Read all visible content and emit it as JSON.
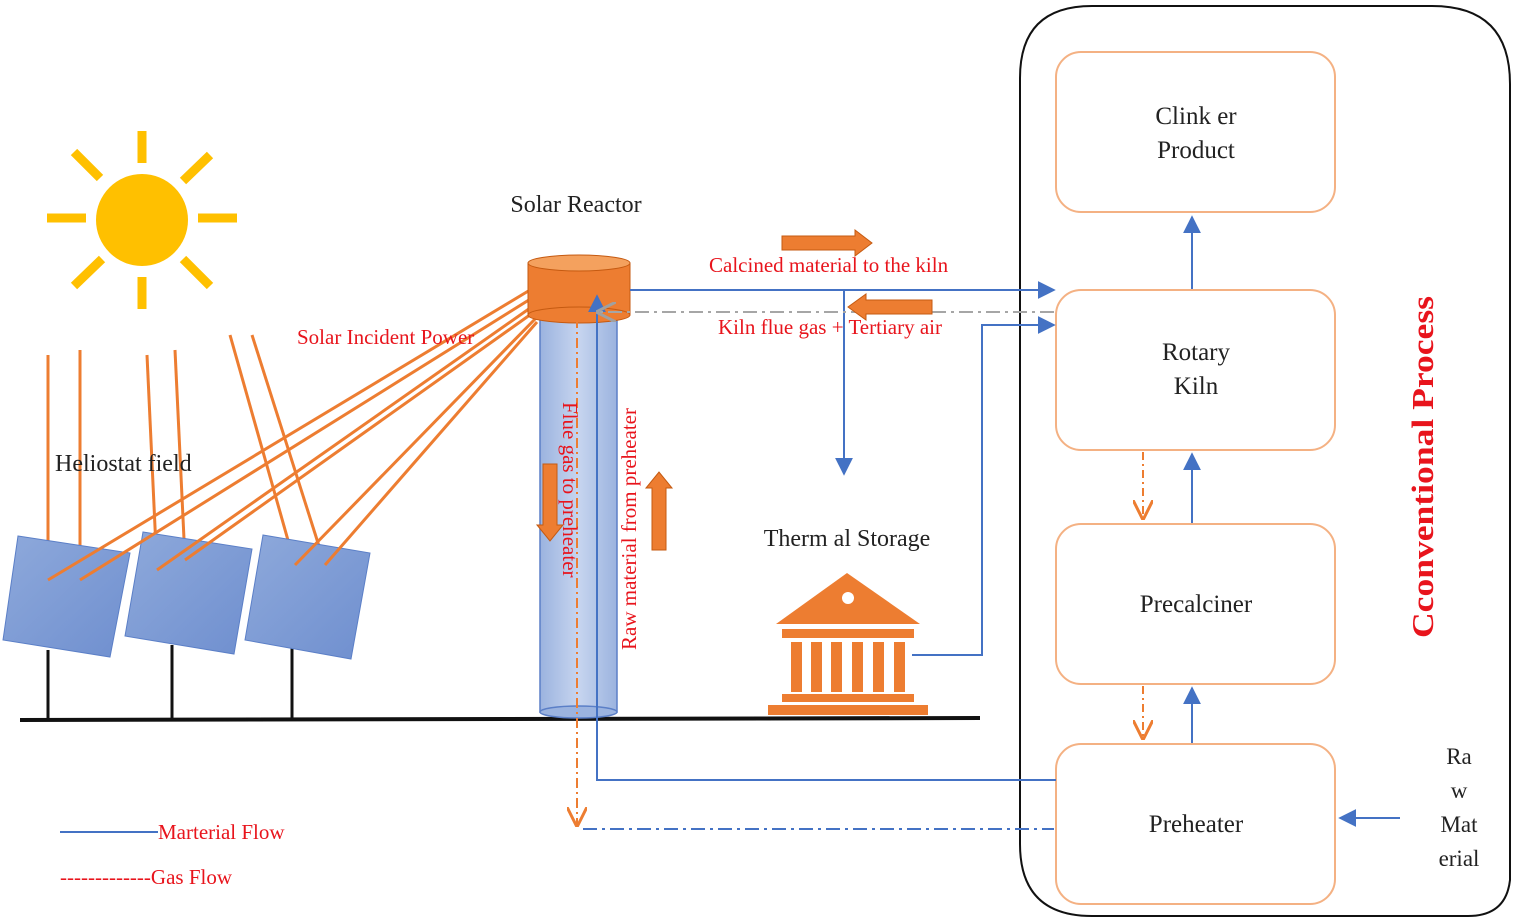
{
  "labels": {
    "solar_reactor": "Solar Reactor",
    "solar_incident_power": "Solar Incident Power",
    "heliostat_field": "Heliostat field",
    "calcined_material": "Calcined material to the kiln",
    "kiln_flue_gas": "Kiln flue gas + Tertiary air",
    "flue_gas_to_preheater": "Flue gas to preheater",
    "raw_material_from_preheater": "Raw material from preheater",
    "thermal_storage": "Therm al Storage",
    "conventional_process": "Cconventional Process",
    "raw_material_lines": [
      "Ra",
      "w",
      "Mat",
      "erial"
    ]
  },
  "boxes": {
    "clinker": [
      "Clink er",
      "Product"
    ],
    "rotary_kiln": [
      "Rotary",
      "Kiln"
    ],
    "precalciner": "Precalciner",
    "preheater": "Preheater"
  },
  "legend": {
    "material_flow": "Marterial Flow",
    "gas_flow": "-------------Gas Flow"
  },
  "colors": {
    "material_flow": "#4472c4",
    "gas_flow": "#ed7d31",
    "sun": "#ffc000",
    "box_border": "#f4b183",
    "annotation_text": "#e8141c",
    "panel": "#8ea9db"
  }
}
